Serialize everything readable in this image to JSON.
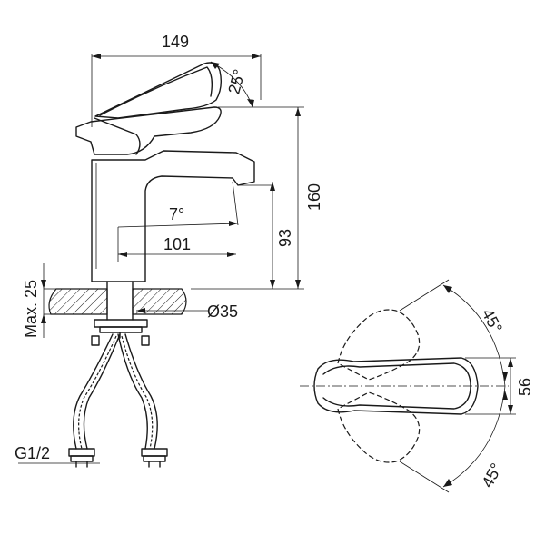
{
  "dimensions": {
    "width_total": "149",
    "lever_angle": "25°",
    "height_total": "160",
    "spout_angle": "7°",
    "spout_height": "93",
    "spout_reach": "101",
    "max_deck": "Max. 25",
    "hole_diameter": "Ø35",
    "thread": "G1/2",
    "handle_angle_top": "45°",
    "handle_angle_bottom": "45°",
    "handle_width": "56"
  },
  "colors": {
    "line": "#1a1a1a",
    "background": "#ffffff"
  }
}
